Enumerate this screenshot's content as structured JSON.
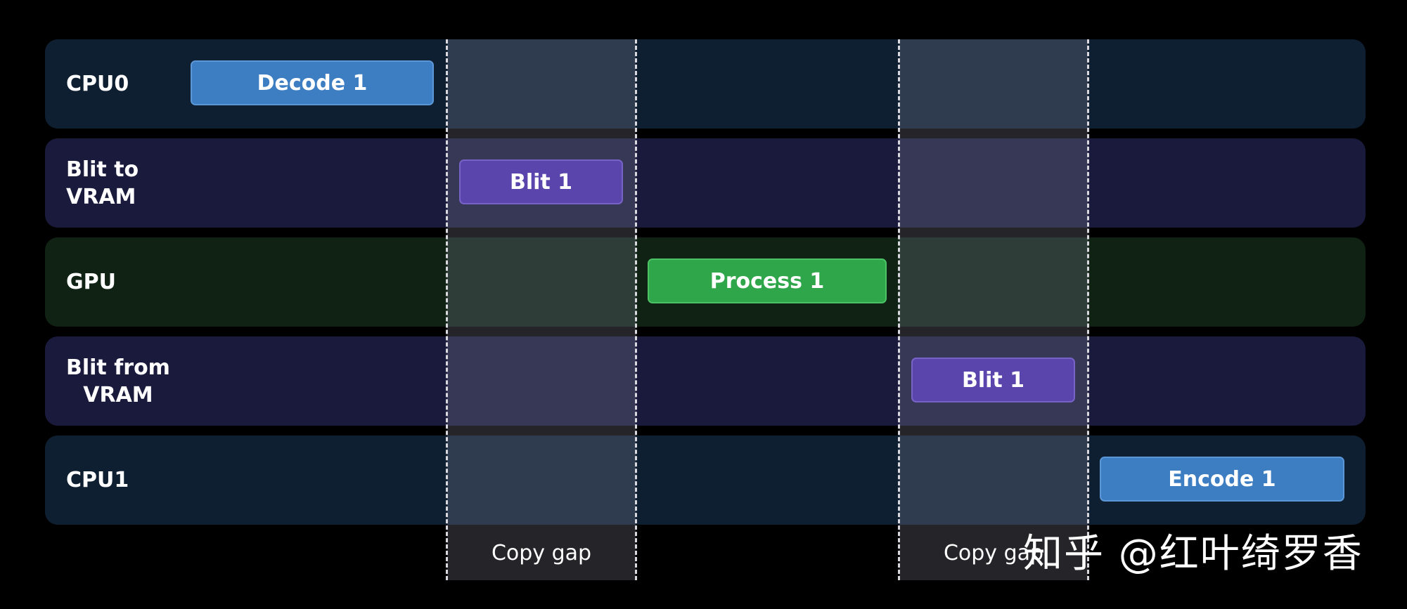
{
  "lanes": [
    {
      "label": "CPU0",
      "color": "#0f1f32"
    },
    {
      "label": "Blit to\nVRAM",
      "color": "#1a1a3c"
    },
    {
      "label": "GPU",
      "color": "#0f2214"
    },
    {
      "label": "Blit from\nVRAM",
      "color": "#1a1a3c"
    },
    {
      "label": "CPU1",
      "color": "#0f1f32"
    }
  ],
  "tasks": {
    "decode": "Decode 1",
    "blit_to": "Blit 1",
    "process": "Process 1",
    "blit_from": "Blit 1",
    "encode": "Encode 1"
  },
  "gaps": {
    "first": "Copy gap",
    "second": "Copy gap"
  },
  "colors": {
    "cpu_task": "#3d7ec3",
    "blit_task": "#5a45ac",
    "gpu_task": "#2fa64a"
  },
  "watermark": "知乎 @红叶绮罗香"
}
